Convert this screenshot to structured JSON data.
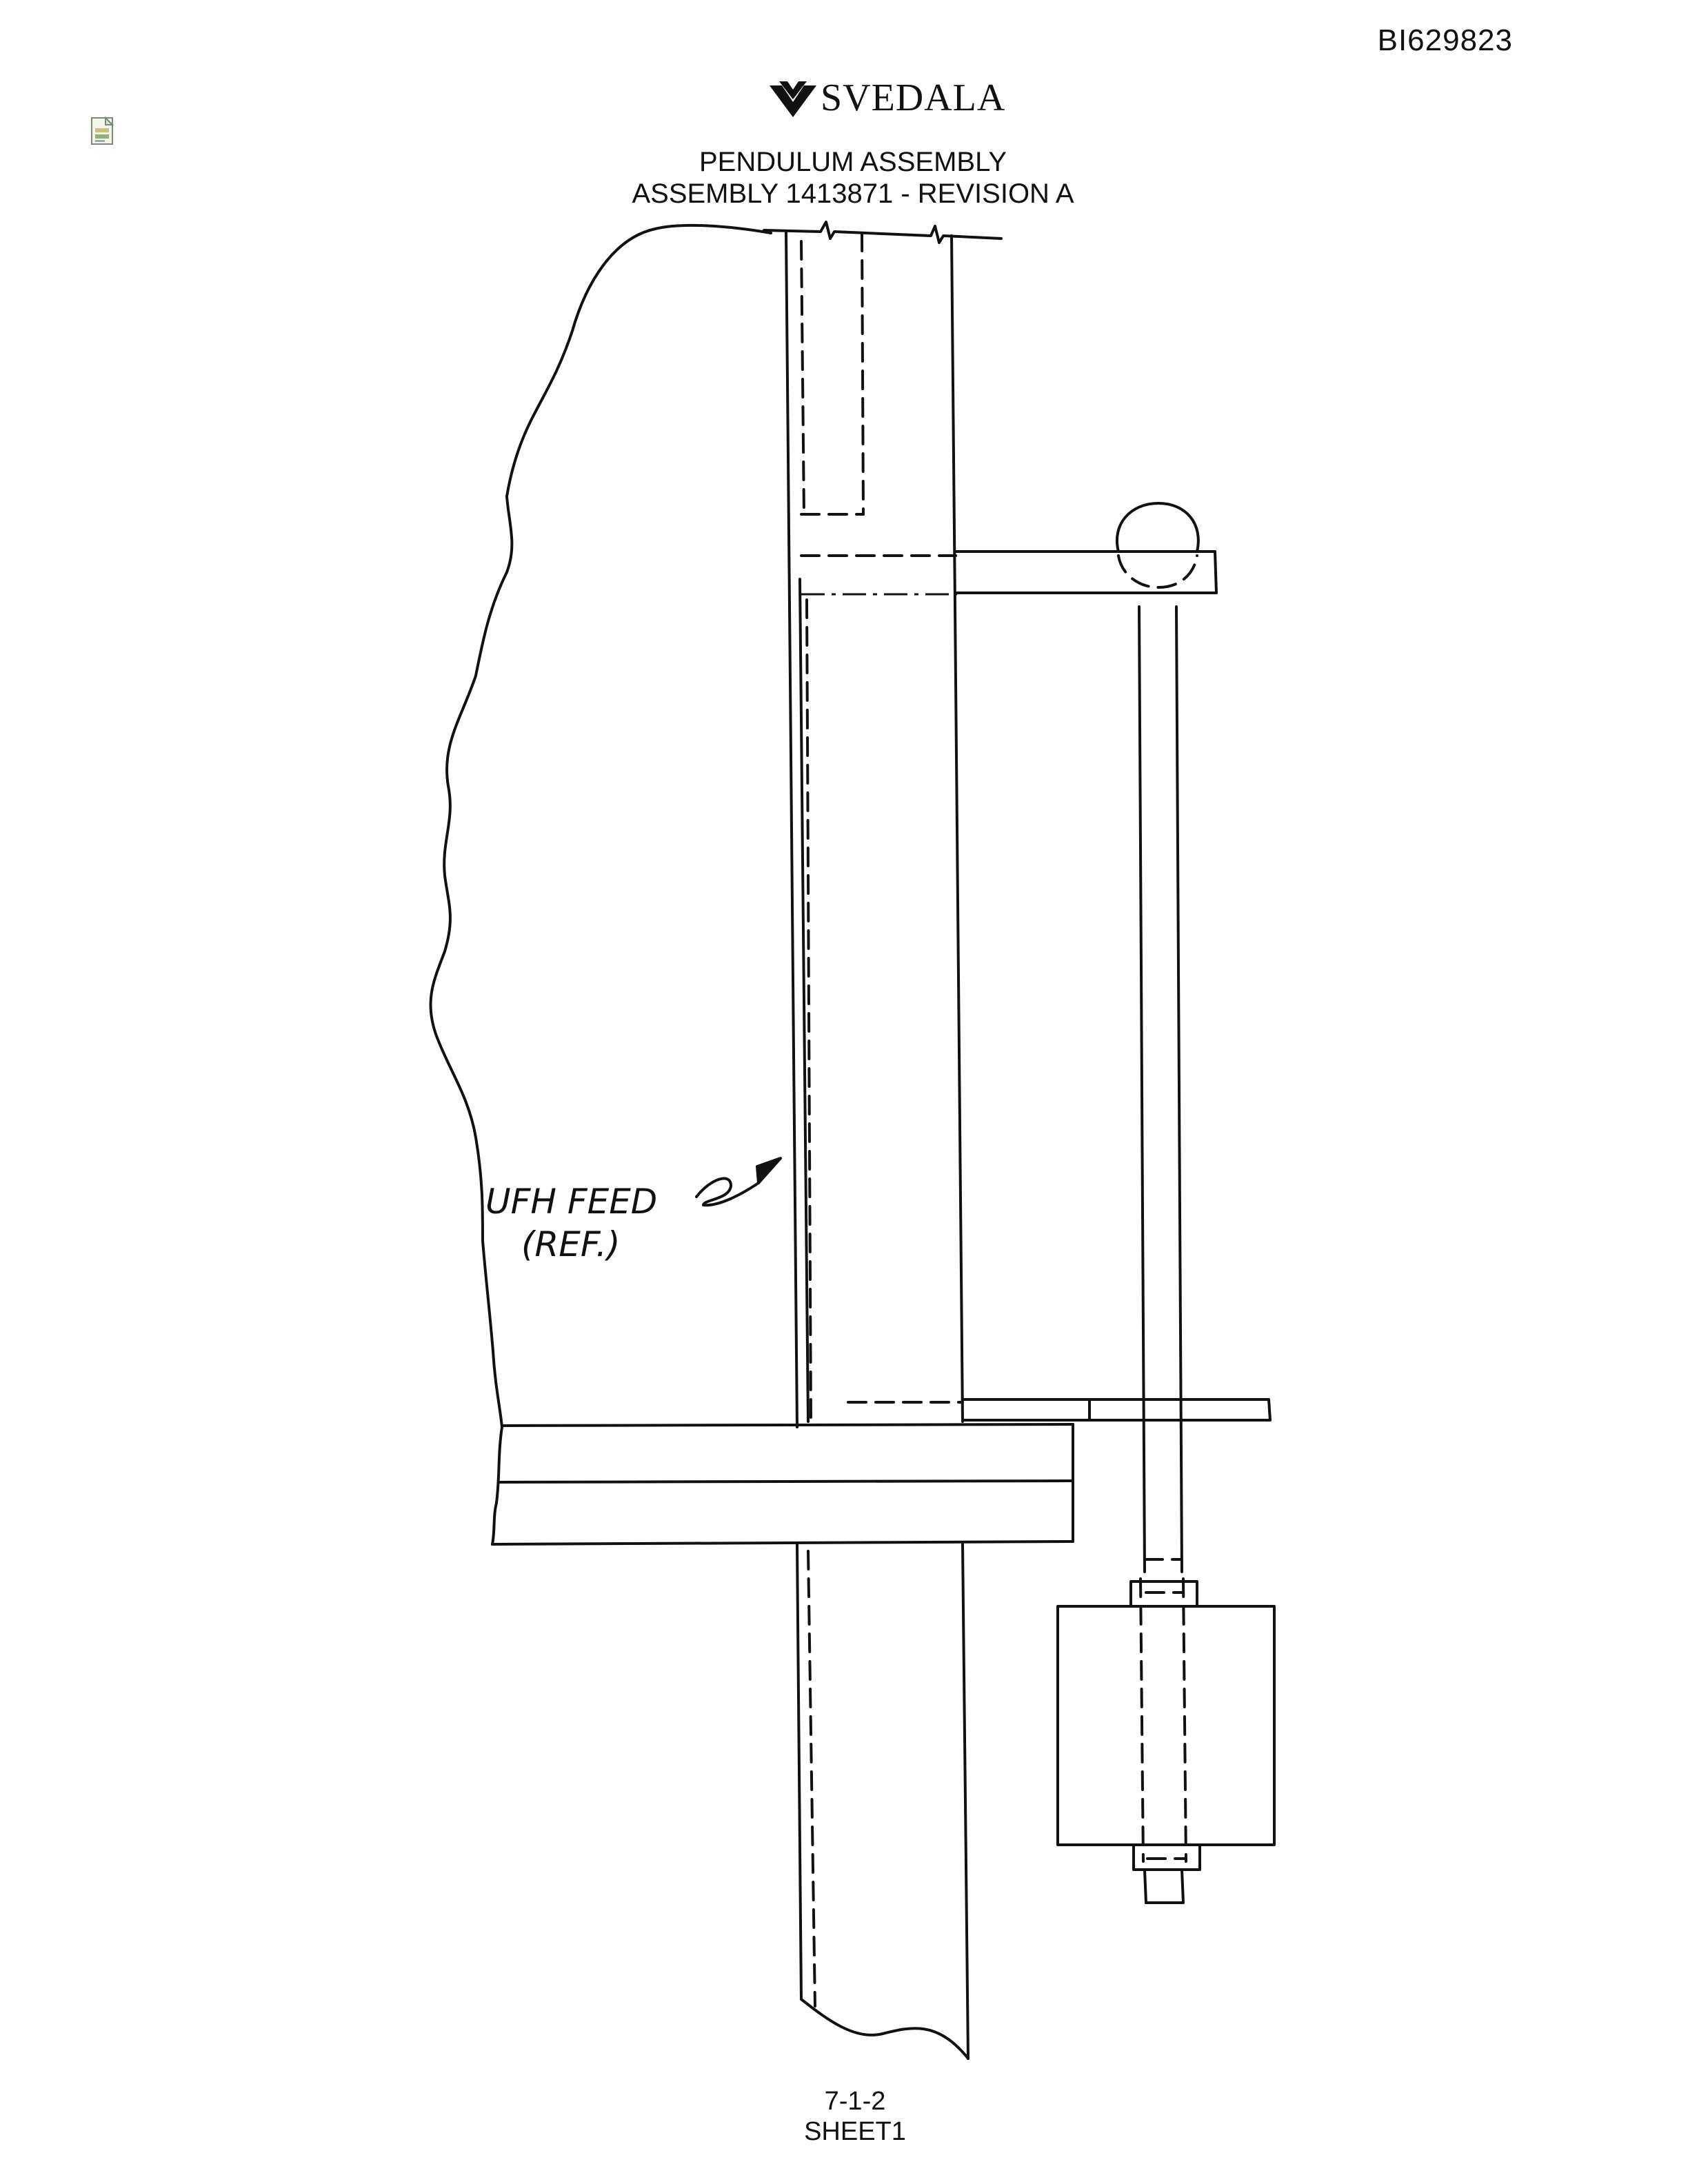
{
  "document": {
    "doc_id": "BI629823",
    "logo_text": "SVEDALA",
    "title_line1": "PENDULUM ASSEMBLY",
    "title_line2": "ASSEMBLY 1413871 - REVISION A",
    "page_number": "7-1-2",
    "sheet": "SHEET1"
  },
  "annotations": {
    "callout_line1": "UFH FEED",
    "callout_line2": "(REF.)"
  },
  "icons": {
    "file_icon": "document-icon",
    "logo_mark": "svedala-logo-mark"
  }
}
